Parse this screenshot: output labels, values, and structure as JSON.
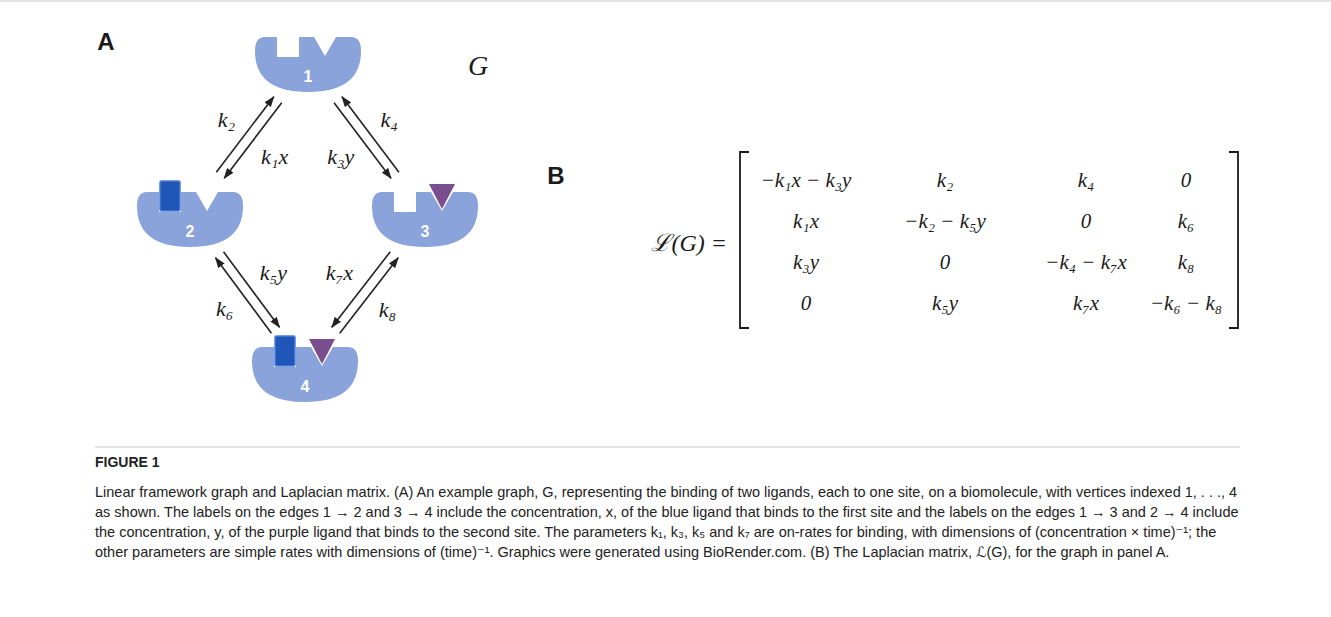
{
  "diagram": {
    "caption": "Linear framework graph and Laplacian matrix. (A) An example graph, G, representing the binding of two ligands, each to one site, on a biomolecule, with vertices indexed 1, . . ., 4 as shown. The labels on the edges 1 → 2 and 3 → 4 include the concentration, x, of the blue ligand that binds to the first site and the labels on the edges 1 → 3 and 2 → 4 include the concentration, y, of the purple ligand that binds to the second site. The parameters k₁, k₃, k₅ and k₇ are on-rates for binding, with dimensions of (concentration × time)⁻¹; the other parameters are simple rates with dimensions of (time)⁻¹. Graphics were generated using BioRender.com. (B) The Laplacian matrix, ℒ(G), for the graph in panel A.",
    "nodes": [
      {
        "text": [
          "1"
        ]
      },
      {
        "text": [
          "2"
        ]
      },
      {
        "text": [
          "3"
        ]
      },
      {
        "text": [
          "4"
        ]
      }
    ],
    "edges": [
      {
        "from": 0,
        "to": 1,
        "label": "k₁x",
        "arrow": "to"
      },
      {
        "from": 1,
        "to": 0,
        "label": "k₂",
        "arrow": "to"
      },
      {
        "from": 0,
        "to": 2,
        "label": "k₃y",
        "arrow": "to"
      },
      {
        "from": 2,
        "to": 0,
        "label": "k₄",
        "arrow": "to"
      },
      {
        "from": 1,
        "to": 3,
        "label": "k₅y",
        "arrow": "to"
      },
      {
        "from": 3,
        "to": 1,
        "label": "k₆",
        "arrow": "to"
      },
      {
        "from": 2,
        "to": 3,
        "label": "k₇x",
        "arrow": "to"
      },
      {
        "from": 3,
        "to": 2,
        "label": "k₈",
        "arrow": "to"
      }
    ],
    "labels": [
      "A",
      "G",
      "B",
      "ℒ(G) =",
      "−k₁x − k₃y",
      "k₂",
      "k₄",
      "0",
      "k₁x",
      "−k₂ − k₅y",
      "0",
      "k₆",
      "k₃y",
      "0",
      "−k₄ − k₇x",
      "k₈",
      "0",
      "k₅y",
      "k₇x",
      "−k₆ − k₈",
      "FIGURE 1"
    ]
  }
}
